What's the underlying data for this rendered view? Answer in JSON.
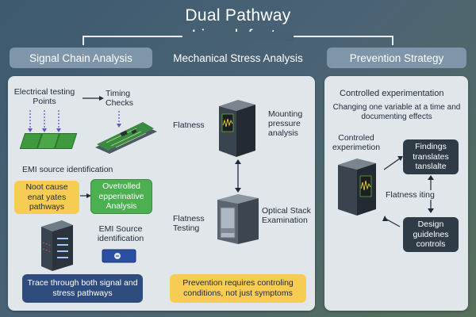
{
  "title": {
    "line1": "Dual Pathway",
    "line2": "Line defects"
  },
  "columns": {
    "signal": "Signal Chain Analysis",
    "mechanical": "Mechanical Stress Analysis",
    "prevention": "Prevention Strategy"
  },
  "signal_panel": {
    "electrical_testing": "Electrical testing Points",
    "timing_checks": "Timing Checks",
    "emi_heading": "EMI source identification",
    "root_cause": "Noot cause enat yates pathways",
    "overrolled": "Ovetrolled epperinative Analysis",
    "emi_source": "EMI Source identification",
    "trace": "Trace through both signal and stress pathways"
  },
  "mechanical_panel": {
    "flatness": "Flatness",
    "mounting": "Mounting pressure analysis",
    "flatness_testing": "Flatness Testing",
    "optical": "Optical Stack Examination",
    "prevention_note": "Prevention requires controling conditions, not just symptoms"
  },
  "prevention_panel": {
    "controlled": "Controlled experimentation",
    "changing": "Changing one variable at a time and documenting effects",
    "controled_exp": "Controled experimetion",
    "findings": "Findings translates tanslalte",
    "flatness_iting": "Flatness iting",
    "design": "Design guidelnes controls"
  },
  "colors": {
    "panel": "#e1e6eb",
    "yellow": "#f6cd52",
    "green": "#4caf50",
    "navy": "#2f4c7e",
    "dark": "#2f3b47",
    "accent_purple": "#6b4ccf"
  },
  "icons": [
    "circuit-board-icon",
    "server-rack-icon",
    "display-panel-icon",
    "chip-icon",
    "arrow-icon"
  ]
}
